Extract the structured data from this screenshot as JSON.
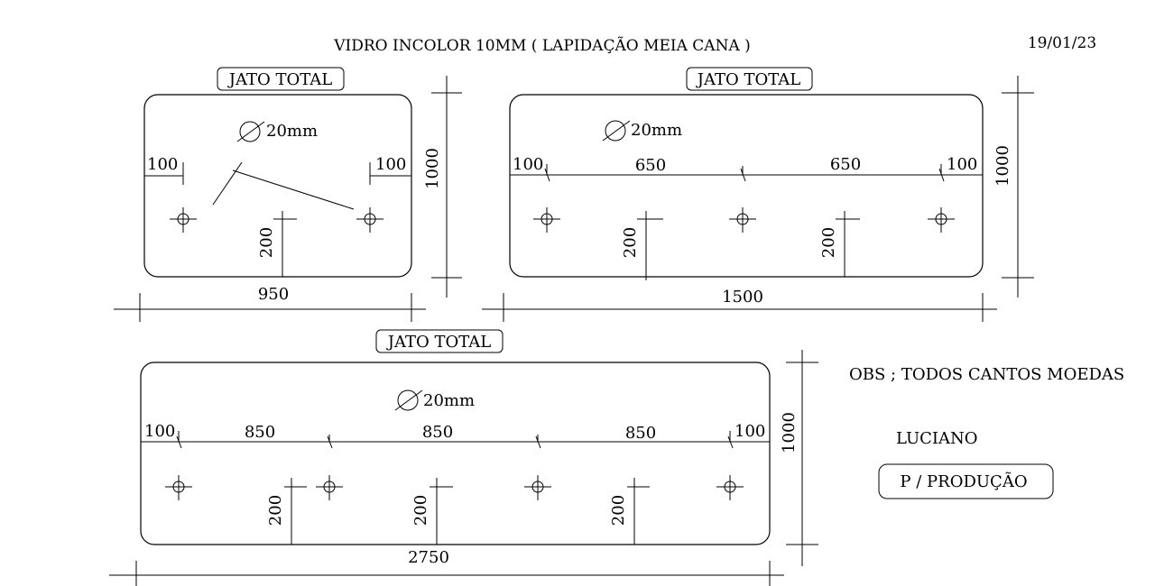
{
  "header": {
    "title": "VIDRO INCOLOR 10MM ( LAPIDAÇÃO MEIA CANA )",
    "date": "19/01/23"
  },
  "panels": [
    {
      "tag": "JATO TOTAL",
      "hole_note": "20mm",
      "width_label": "950",
      "height_label": "1000",
      "edge_offset_left": "100",
      "edge_offset_right": "100",
      "hole_height": "200"
    },
    {
      "tag": "JATO TOTAL",
      "hole_note": "20mm",
      "width_label": "1500",
      "height_label": "1000",
      "edge_offset_left": "100",
      "edge_offset_right": "100",
      "spacings": [
        "650",
        "650"
      ],
      "hole_height": "200"
    },
    {
      "tag": "JATO TOTAL",
      "hole_note": "20mm",
      "width_label": "2750",
      "height_label": "1000",
      "edge_offset_left": "100",
      "edge_offset_right": "100",
      "spacings": [
        "850",
        "850",
        "850"
      ],
      "hole_height": "200"
    }
  ],
  "notes": {
    "obs": "OBS ; TODOS CANTOS MOEDAS",
    "name": "LUCIANO",
    "stamp": "P / PRODUÇÃO"
  },
  "icons": [
    "diameter-icon",
    "hole-marker-icon"
  ]
}
